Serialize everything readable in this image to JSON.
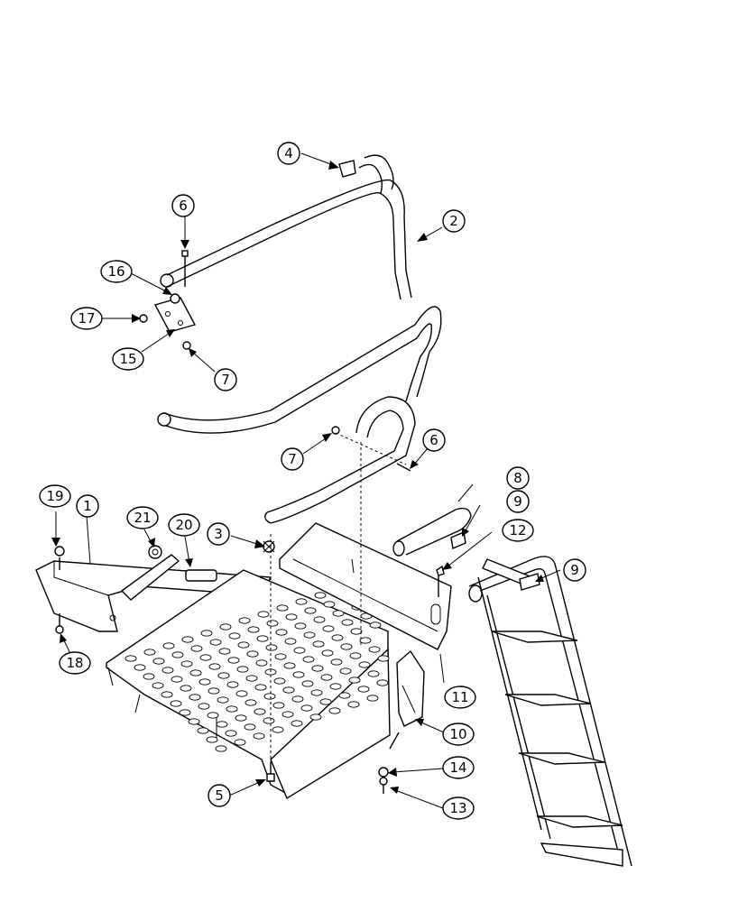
{
  "callouts": [
    {
      "id": "c1",
      "label": "1"
    },
    {
      "id": "c2",
      "label": "2"
    },
    {
      "id": "c3",
      "label": "3"
    },
    {
      "id": "c4",
      "label": "4"
    },
    {
      "id": "c5",
      "label": "5"
    },
    {
      "id": "c6a",
      "label": "6"
    },
    {
      "id": "c6b",
      "label": "6"
    },
    {
      "id": "c7a",
      "label": "7"
    },
    {
      "id": "c7b",
      "label": "7"
    },
    {
      "id": "c8",
      "label": "8"
    },
    {
      "id": "c9a",
      "label": "9"
    },
    {
      "id": "c9b",
      "label": "9"
    },
    {
      "id": "c10",
      "label": "10"
    },
    {
      "id": "c11",
      "label": "11"
    },
    {
      "id": "c12",
      "label": "12"
    },
    {
      "id": "c13",
      "label": "13"
    },
    {
      "id": "c14",
      "label": "14"
    },
    {
      "id": "c15",
      "label": "15"
    },
    {
      "id": "c16",
      "label": "16"
    },
    {
      "id": "c17",
      "label": "17"
    },
    {
      "id": "c18",
      "label": "18"
    },
    {
      "id": "c19",
      "label": "19"
    },
    {
      "id": "c20",
      "label": "20"
    },
    {
      "id": "c21",
      "label": "21"
    }
  ]
}
